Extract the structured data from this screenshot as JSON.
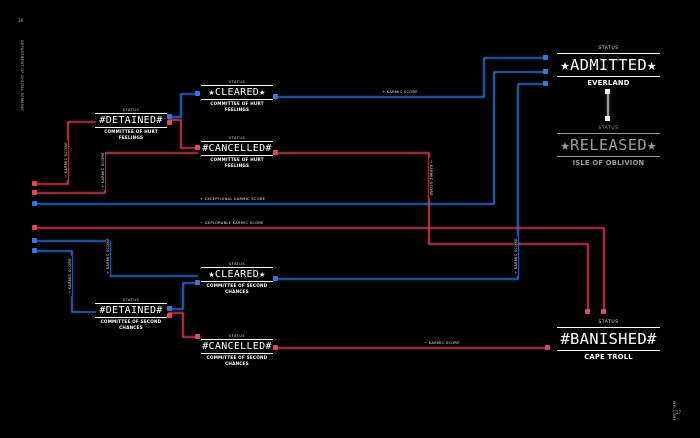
{
  "page": {
    "left_number": "26",
    "right_number": "27",
    "left_side_text": "DEPARTMENT OF DIGITAL REMAINS",
    "right_side_text": "WELCOME"
  },
  "colors": {
    "blue": "#3b74e6",
    "red": "#e0475e",
    "white": "#ffffff",
    "background": "#000000"
  },
  "nodes": {
    "admitted": {
      "status": "STATUS",
      "name": "★ADMITTED★",
      "place": "EVERLAND"
    },
    "released": {
      "status": "STATUS",
      "name": "★RELEASED★",
      "place": "ISLE OF OBLIVION"
    },
    "banished": {
      "status": "STATUS",
      "name": "#BANISHED#",
      "place": "CAPE TROLL"
    },
    "detained_1": {
      "status": "STATUS",
      "name": "#DETAINED#",
      "place": "COMMITTEE OF HURT FEELINGS"
    },
    "cleared_1": {
      "status": "STATUS",
      "name": "★CLEARED★",
      "place": "COMMITTEE OF HURT FEELINGS"
    },
    "cancelled_1": {
      "status": "STATUS",
      "name": "#CANCELLED#",
      "place": "COMMITTEE OF HURT FEELINGS"
    },
    "detained_2": {
      "status": "STATUS",
      "name": "#DETAINED#",
      "place": "COMMITTEE OF SECOND CHANCES"
    },
    "cleared_2": {
      "status": "STATUS",
      "name": "★CLEARED★",
      "place": "COMMITTEE OF SECOND CHANCES"
    },
    "cancelled_2": {
      "status": "STATUS",
      "name": "#CANCELLED#",
      "place": "COMMITTEE OF SECOND CHANCES"
    }
  },
  "labels": {
    "karmic_plus_top": "+ KARMIC SCORE",
    "karmic_minus_left_top": "− KARMIC SCORE",
    "karmic_plus_left_top": "+ KARMIC SCORE",
    "karmic_minus_mid": "− KARMIC SCORE",
    "exceptional": "+ EXCEPTIONAL KARMIC SCORE",
    "deplorable": "− DEPLORABLE KARMIC SCORE",
    "karmic_minus_left_bot": "− KARMIC SCORE",
    "karmic_plus_left_bot": "+ KARMIC SCORE",
    "karmic_plus_right_vert": "+ KARMIC SCORE",
    "karmic_minus_bottom": "− KARMIC SCORE"
  }
}
